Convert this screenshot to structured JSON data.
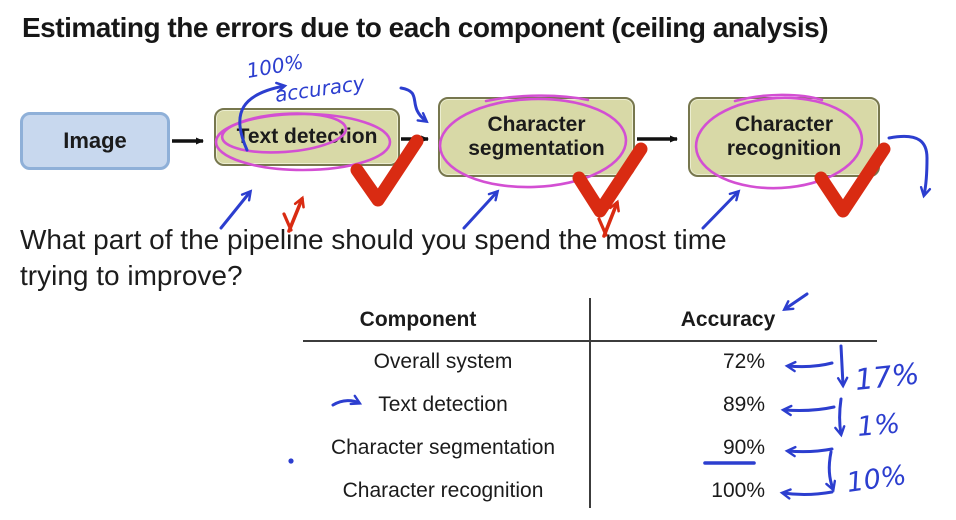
{
  "title": "Estimating the errors due to each component (ceiling analysis)",
  "question": {
    "line1": "What part of the pipeline should you spend the most time",
    "line2": "trying to improve?"
  },
  "pipeline": {
    "stages": [
      {
        "label": "Image"
      },
      {
        "label": "Text detection"
      },
      {
        "label": "Character segmentation"
      },
      {
        "label": "Character recognition"
      }
    ]
  },
  "handwriting": {
    "accuracy_note_line1": "100%",
    "accuracy_note_line2": "accuracy",
    "delta_overall_to_text_detection": "17%",
    "delta_text_detection_to_segmentation": "1%",
    "delta_segmentation_to_recognition": "10%"
  },
  "table": {
    "headers": [
      "Component",
      "Accuracy"
    ],
    "rows": [
      {
        "component": "Overall system",
        "accuracy": "72%"
      },
      {
        "component": "Text detection",
        "accuracy": "89%"
      },
      {
        "component": "Character segmentation",
        "accuracy": "90%"
      },
      {
        "component": "Character recognition",
        "accuracy": "100%"
      }
    ]
  },
  "colors": {
    "ink_blue": "#2c3ecf",
    "ink_red": "#d92b12",
    "ink_magenta": "#d34fd3",
    "image_box_fill": "#c8d8ee",
    "image_box_border": "#8fb0d8",
    "stage_box_fill": "#d8d9a7",
    "stage_box_border": "#77774e",
    "table_line": "#3c3c3c"
  }
}
